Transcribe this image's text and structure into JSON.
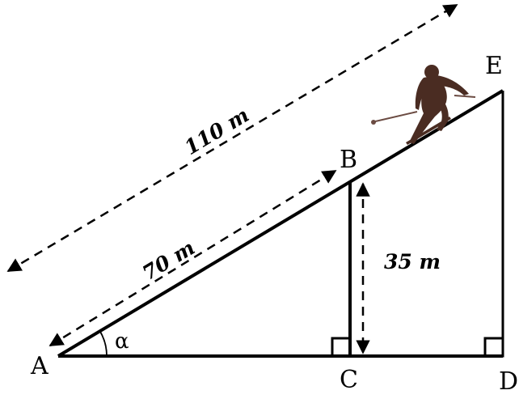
{
  "diagram": {
    "points": {
      "A": "A",
      "B": "B",
      "C": "C",
      "D": "D",
      "E": "E"
    },
    "angle_label": "α",
    "measurements": {
      "AE_length": "110 m",
      "AB_length": "70 m",
      "BC_height": "35 m"
    },
    "figure": "skier-silhouette"
  }
}
